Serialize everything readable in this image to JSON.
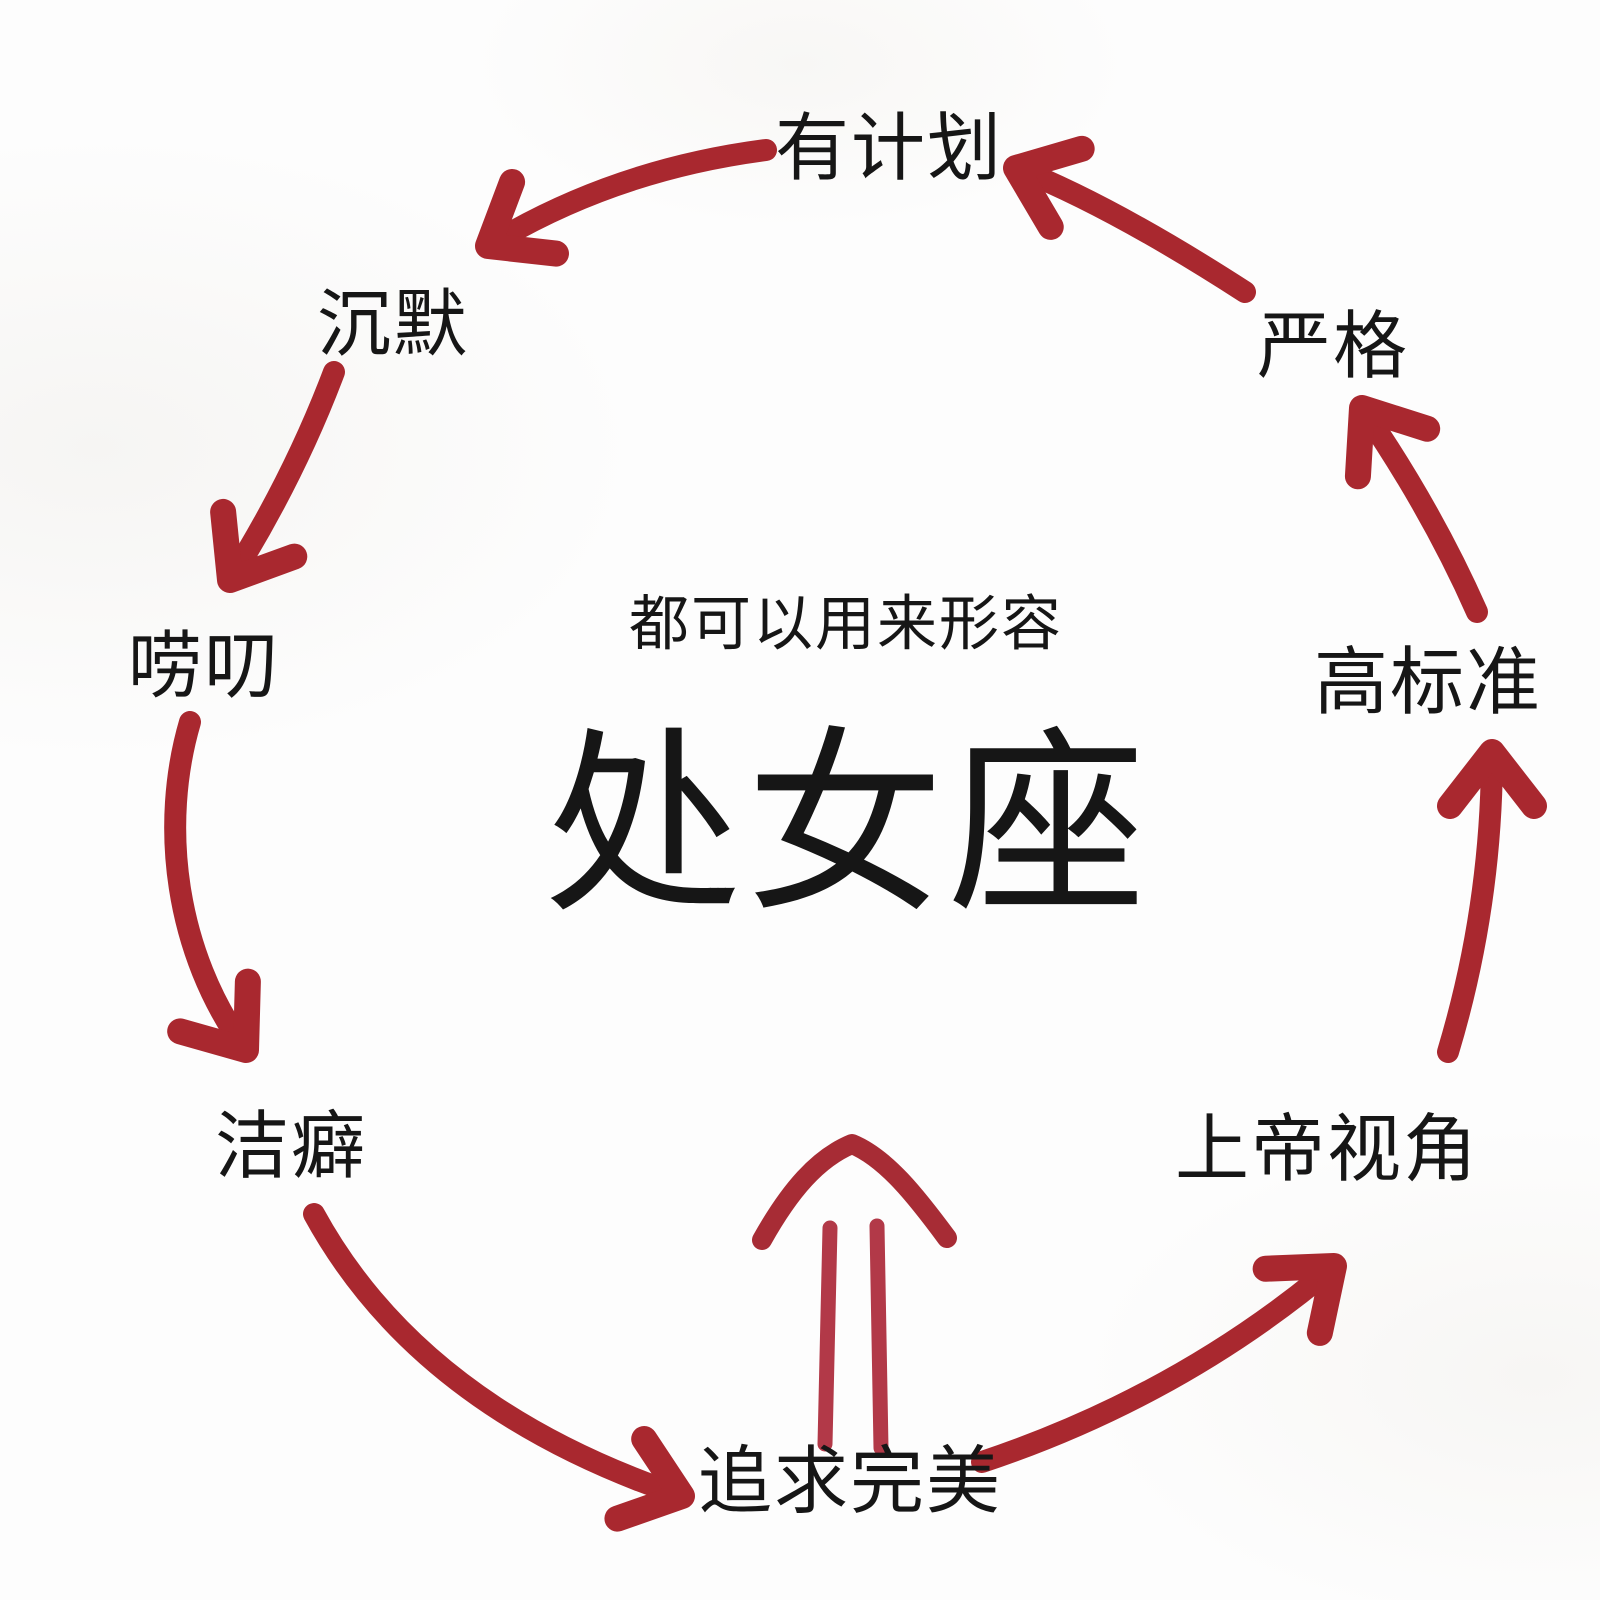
{
  "meme": {
    "subtitle": "都可以用来形容",
    "title": "处女座"
  },
  "traits": {
    "top": "有计划",
    "top_right": "严格",
    "right": "高标准",
    "bottom_right": "上帝视角",
    "bottom": "追求完美",
    "bottom_left": "洁癖",
    "left": "唠叨",
    "top_left": "沉默"
  },
  "colors": {
    "arrow_red": "#a9282f",
    "chevron_red": "#a72c35",
    "double_arrow_red": "#b23948",
    "text_black": "#161616",
    "background": "#fdfdfd"
  }
}
